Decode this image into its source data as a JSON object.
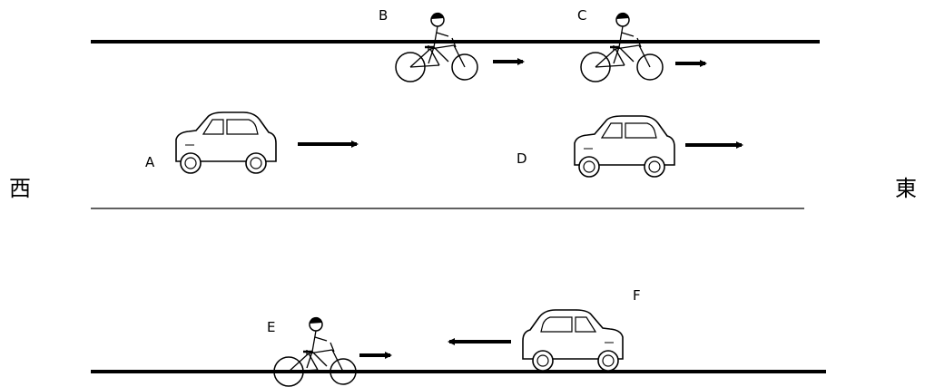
{
  "directions": {
    "west": "西",
    "east": "東"
  },
  "labels": {
    "A": "A",
    "B": "B",
    "C": "C",
    "D": "D",
    "E": "E",
    "F": "F"
  },
  "road": {
    "top_road_edge": "solid",
    "center_line": "thin",
    "bottom_road_edge": "solid"
  },
  "objects": [
    {
      "id": "A",
      "kind": "car",
      "direction": "east"
    },
    {
      "id": "B",
      "kind": "bicycle",
      "direction": "east"
    },
    {
      "id": "C",
      "kind": "bicycle",
      "direction": "east"
    },
    {
      "id": "D",
      "kind": "car",
      "direction": "east"
    },
    {
      "id": "E",
      "kind": "bicycle",
      "direction": "east"
    },
    {
      "id": "F",
      "kind": "car",
      "direction": "west"
    }
  ]
}
